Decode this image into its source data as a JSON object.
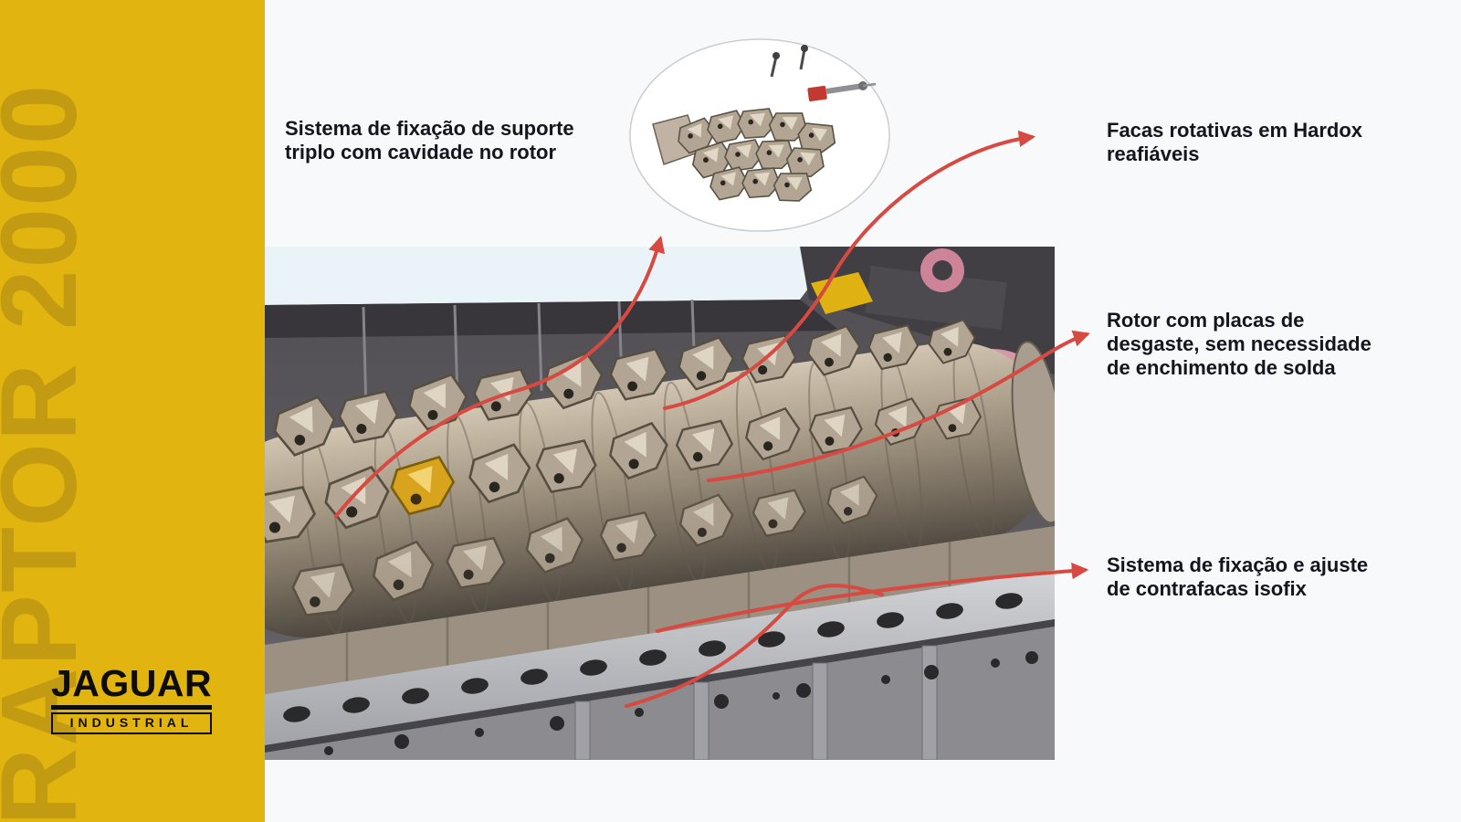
{
  "sidebar": {
    "product_name": "RAPTOR 2000",
    "logo_primary": "JAGUAR",
    "logo_secondary": "INDUSTRIAL"
  },
  "callouts": [
    {
      "id": "suporte-triplo",
      "text": "Sistema de fixação de suporte triplo com cavidade no rotor"
    },
    {
      "id": "facas-rotativas",
      "text": "Facas rotativas em Hardox reafiáveis"
    },
    {
      "id": "placas-desgaste",
      "text": "Rotor com placas de desgaste, sem necessidade de enchimento de solda"
    },
    {
      "id": "contrafacas-isofix",
      "text": "Sistema de fixação e ajuste de contrafacas isofix"
    }
  ],
  "colors": {
    "sidebar_background": "#E2B40F",
    "sidebar_text": "#C39B12",
    "arrow": "#D64A42",
    "callout_text": "#15151F",
    "page_background": "#F7F9FA"
  }
}
